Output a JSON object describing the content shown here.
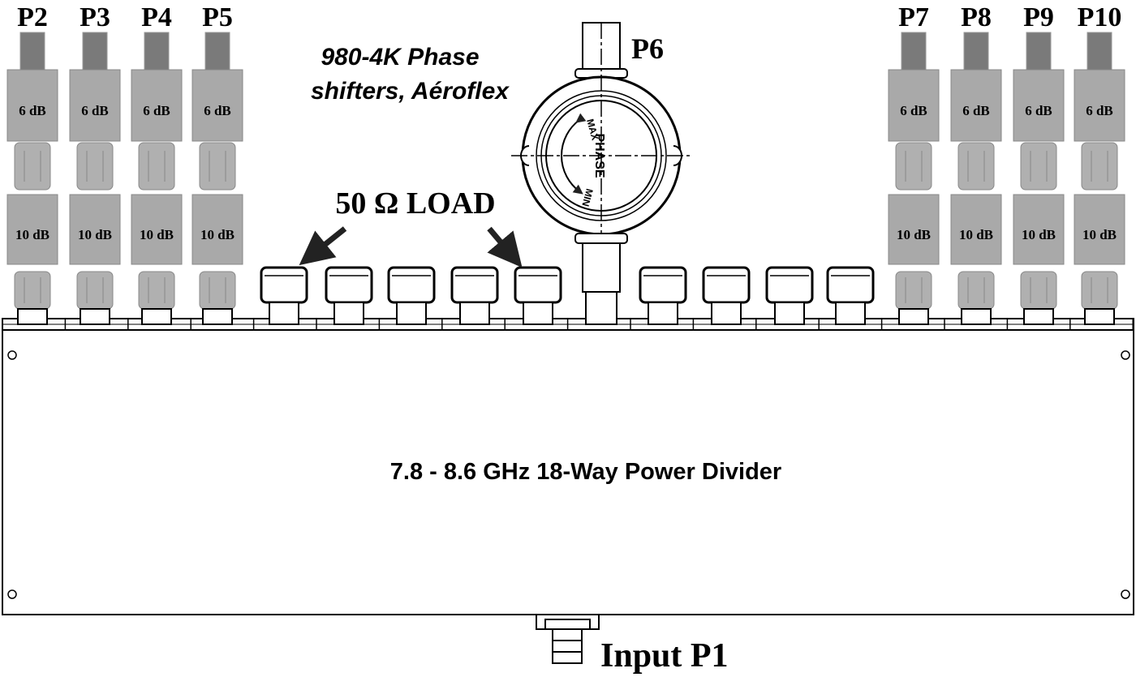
{
  "left_ports": [
    {
      "label": "P2",
      "attenuators": [
        "6 dB",
        "10 dB"
      ]
    },
    {
      "label": "P3",
      "attenuators": [
        "6 dB",
        "10 dB"
      ]
    },
    {
      "label": "P4",
      "attenuators": [
        "6 dB",
        "10 dB"
      ]
    },
    {
      "label": "P5",
      "attenuators": [
        "6 dB",
        "10 dB"
      ]
    }
  ],
  "right_ports": [
    {
      "label": "P7",
      "attenuators": [
        "6 dB",
        "10 dB"
      ]
    },
    {
      "label": "P8",
      "attenuators": [
        "6 dB",
        "10 dB"
      ]
    },
    {
      "label": "P9",
      "attenuators": [
        "6 dB",
        "10 dB"
      ]
    },
    {
      "label": "P10",
      "attenuators": [
        "6 dB",
        "10 dB"
      ]
    }
  ],
  "phase_shifter": {
    "port_label": "P6",
    "caption_line1": "980-4K Phase",
    "caption_line2": "shifters, Aéroflex",
    "dial_label": "PHASE",
    "max_label": "MAX",
    "min_label": "MIN"
  },
  "load_label": "50 Ω LOAD",
  "load_count": 9,
  "divider_title": "7.8 - 8.6 GHz 18-Way Power Divider",
  "input_label": "Input P1",
  "colors": {
    "attenuator": "#a9a9a9",
    "thread": "#7a7a7a",
    "outline": "#000000"
  }
}
